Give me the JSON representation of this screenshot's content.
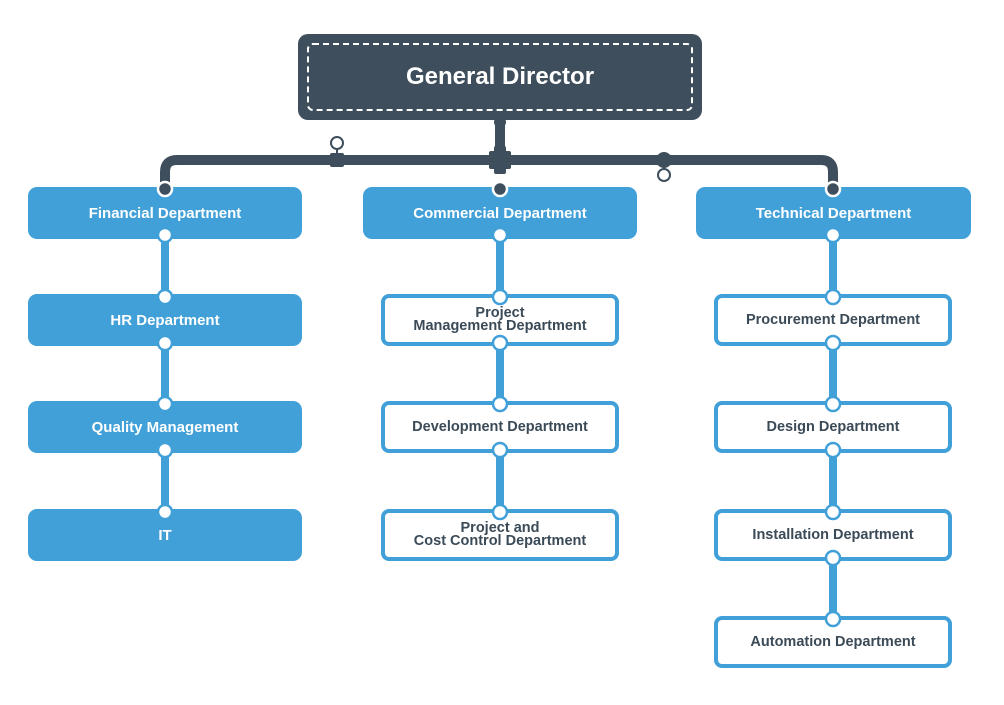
{
  "title": "General Director",
  "colors": {
    "dark": "#3e4e5c",
    "blue": "#42a0d8",
    "text_dark": "#3b4a57",
    "white": "#ffffff"
  },
  "departments": [
    {
      "label": "Financial Department",
      "children": [
        "HR Department",
        "Quality Management",
        "IT"
      ]
    },
    {
      "label": "Commercial Department",
      "children": [
        "Project\nManagement Department",
        "Development Department",
        "Project and\nCost Control Department"
      ]
    },
    {
      "label": "Technical Department",
      "children": [
        "Procurement Department",
        "Design Department",
        "Installation Department",
        "Automation Department"
      ]
    }
  ]
}
